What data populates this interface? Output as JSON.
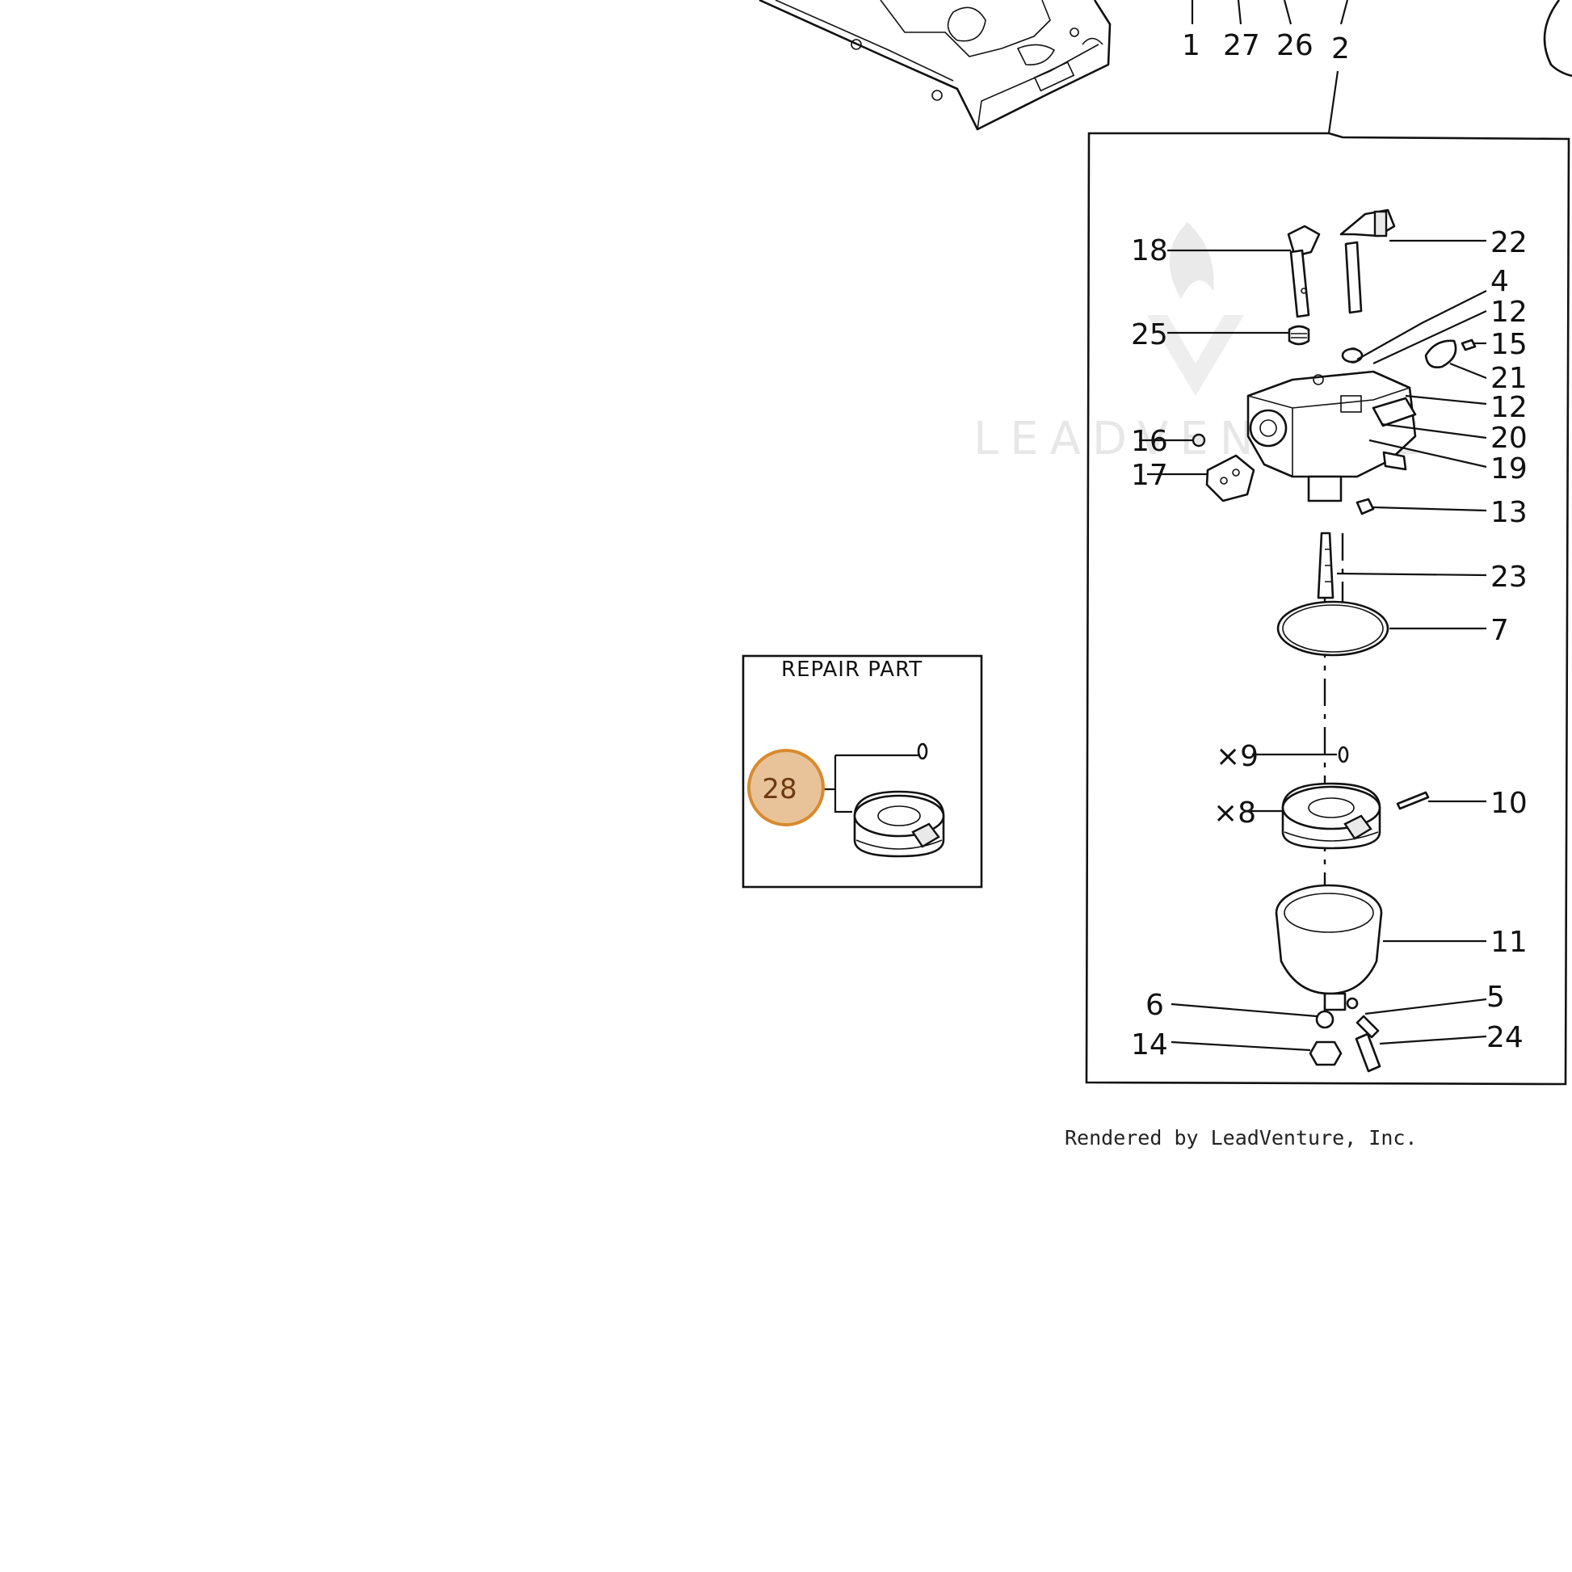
{
  "diagram": {
    "top_callouts": [
      "1",
      "27",
      "26",
      "2"
    ],
    "repair_part": {
      "title": "REPAIR PART",
      "highlight_label": "28",
      "highlight_color": "#e8c39a",
      "highlight_border": "#d98a2e"
    },
    "callouts": {
      "c18": "18",
      "c22": "22",
      "c4": "4",
      "c12a": "12",
      "c15": "15",
      "c25": "25",
      "c21": "21",
      "c12b": "12",
      "c20": "20",
      "c16": "16",
      "c19": "19",
      "c17": "17",
      "c13": "13",
      "c23": "23",
      "c7": "7",
      "c9": "×9",
      "c8": "×8",
      "c10": "10",
      "c11": "11",
      "c6": "6",
      "c5": "5",
      "c14": "14",
      "c24": "24"
    },
    "watermark": "LEADVENTURE"
  },
  "footer": {
    "text": "Rendered by LeadVenture, Inc."
  }
}
